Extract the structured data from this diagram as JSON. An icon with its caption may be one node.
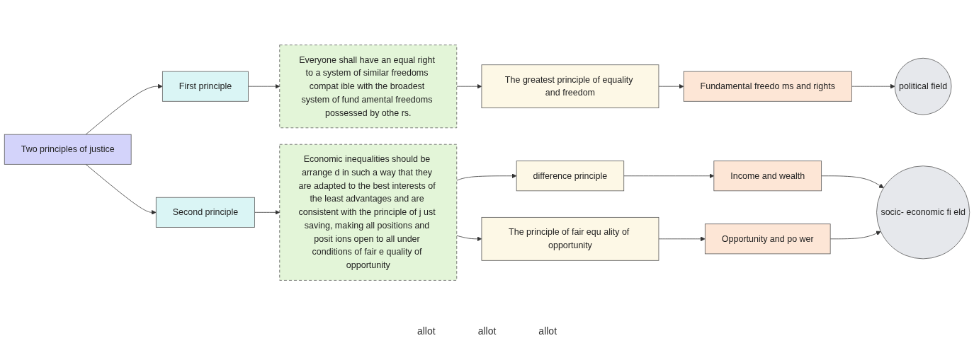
{
  "diagram": {
    "nodes": [
      {
        "text": [
          "Two principles of justice"
        ]
      },
      {
        "text": [
          "First principle"
        ]
      },
      {
        "text": [
          "Everyone shall have an equal right to a system of similar freedoms compat ible with the broadest system of fund amental freedoms possessed by othe rs."
        ]
      },
      {
        "text": [
          "The greatest principle of equality and freedom"
        ]
      },
      {
        "text": [
          "Fundamental freedo ms and rights"
        ]
      },
      {
        "text": [
          "political field"
        ]
      },
      {
        "text": [
          "Second principle"
        ]
      },
      {
        "text": [
          "Economic inequalities should be arrange d in such a way that they are adapted to the best interests of the least advantages and are consistent with the principle of j ust saving, making all positions and posit ions open to all under conditions of fair e quality of opportunity"
        ]
      },
      {
        "text": [
          "difference principle"
        ]
      },
      {
        "text": [
          "The principle of fair equ ality of opportunity"
        ]
      },
      {
        "text": [
          "Income and wealth"
        ]
      },
      {
        "text": [
          "Opportunity and po wer"
        ]
      },
      {
        "text": [
          "socic- economic fi eld"
        ]
      }
    ],
    "edges": [
      {
        "from": 0,
        "to": 1,
        "arrow": "to"
      },
      {
        "from": 0,
        "to": 6,
        "arrow": "to"
      },
      {
        "from": 1,
        "to": 2,
        "arrow": "to"
      },
      {
        "from": 2,
        "to": 3,
        "arrow": "to"
      },
      {
        "from": 3,
        "to": 4,
        "arrow": "to"
      },
      {
        "from": 4,
        "to": 5,
        "arrow": "to"
      },
      {
        "from": 6,
        "to": 7,
        "arrow": "to"
      },
      {
        "from": 7,
        "to": 8,
        "arrow": "to"
      },
      {
        "from": 7,
        "to": 9,
        "arrow": "to"
      },
      {
        "from": 8,
        "to": 10,
        "arrow": "to"
      },
      {
        "from": 9,
        "to": 11,
        "arrow": "to"
      },
      {
        "from": 10,
        "to": 12,
        "arrow": "to"
      },
      {
        "from": 11,
        "to": 12,
        "arrow": "to"
      }
    ],
    "labels": [
      "allot",
      "allot",
      "allot"
    ]
  }
}
